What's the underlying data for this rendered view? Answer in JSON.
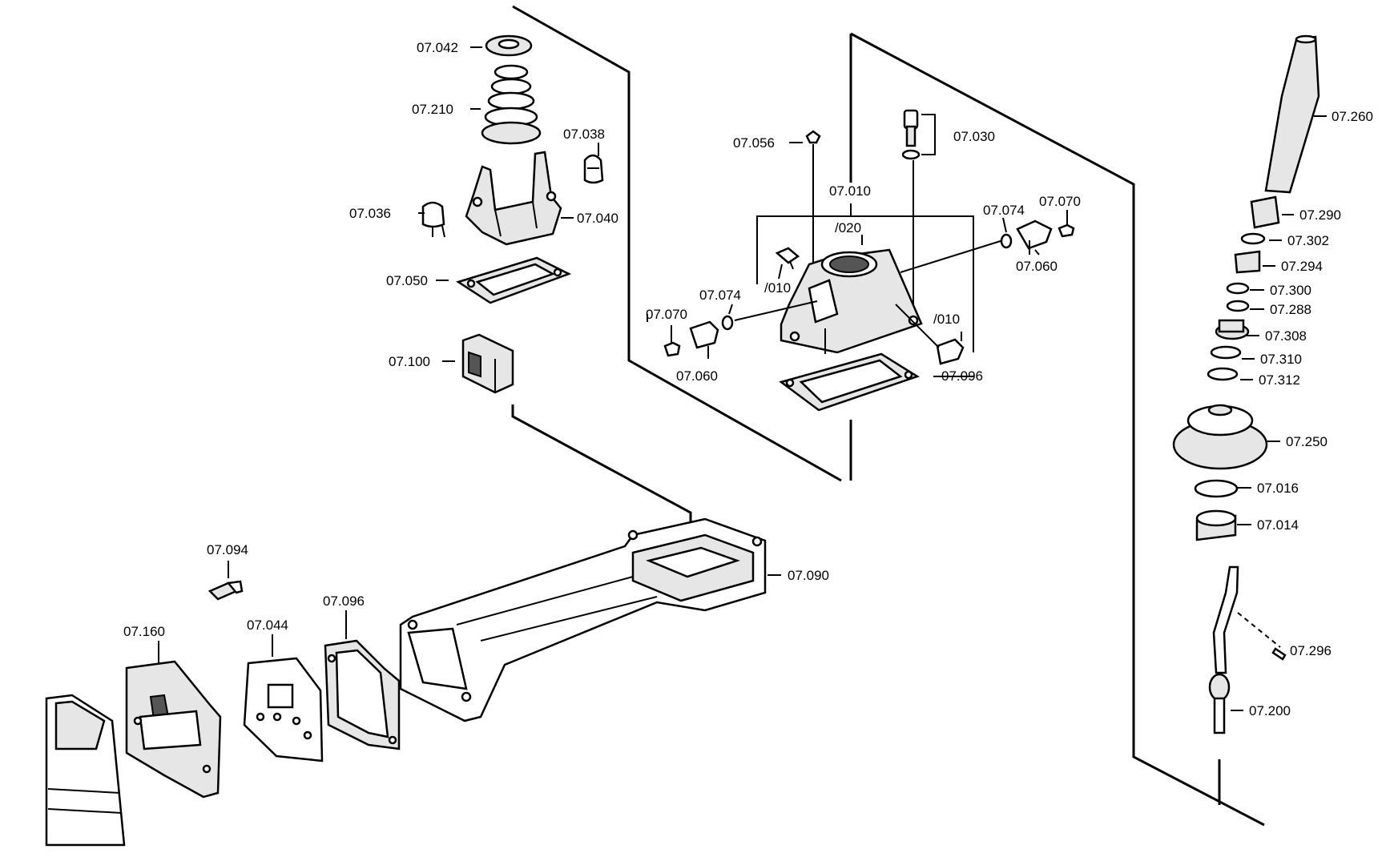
{
  "labels": {
    "l07042": "07.042",
    "l07210": "07.210",
    "l07038": "07.038",
    "l07036": "07.036",
    "l07040": "07.040",
    "l07050": "07.050",
    "l07100": "07.100",
    "l07056": "07.056",
    "l07030": "07.030",
    "l07010": "07.010",
    "l07074a": "07.074",
    "l07070a": "07.070",
    "l020": "/020",
    "l07060a": "07.060",
    "l010a": "/010",
    "l07074b": "07.074",
    "l07070b": "07.070",
    "l010b": "/010",
    "l07060b": "07.060",
    "l07096a": "07.096",
    "l07090": "07.090",
    "l07094": "07.094",
    "l07160": "07.160",
    "l07044": "07.044",
    "l07096b": "07.096",
    "l07260": "07.260",
    "l07290": "07.290",
    "l07302": "07.302",
    "l07294": "07.294",
    "l07300": "07.300",
    "l07288": "07.288",
    "l07308": "07.308",
    "l07310": "07.310",
    "l07312": "07.312",
    "l07250": "07.250",
    "l07016": "07.016",
    "l07014": "07.014",
    "l07296": "07.296",
    "l07200": "07.200"
  }
}
